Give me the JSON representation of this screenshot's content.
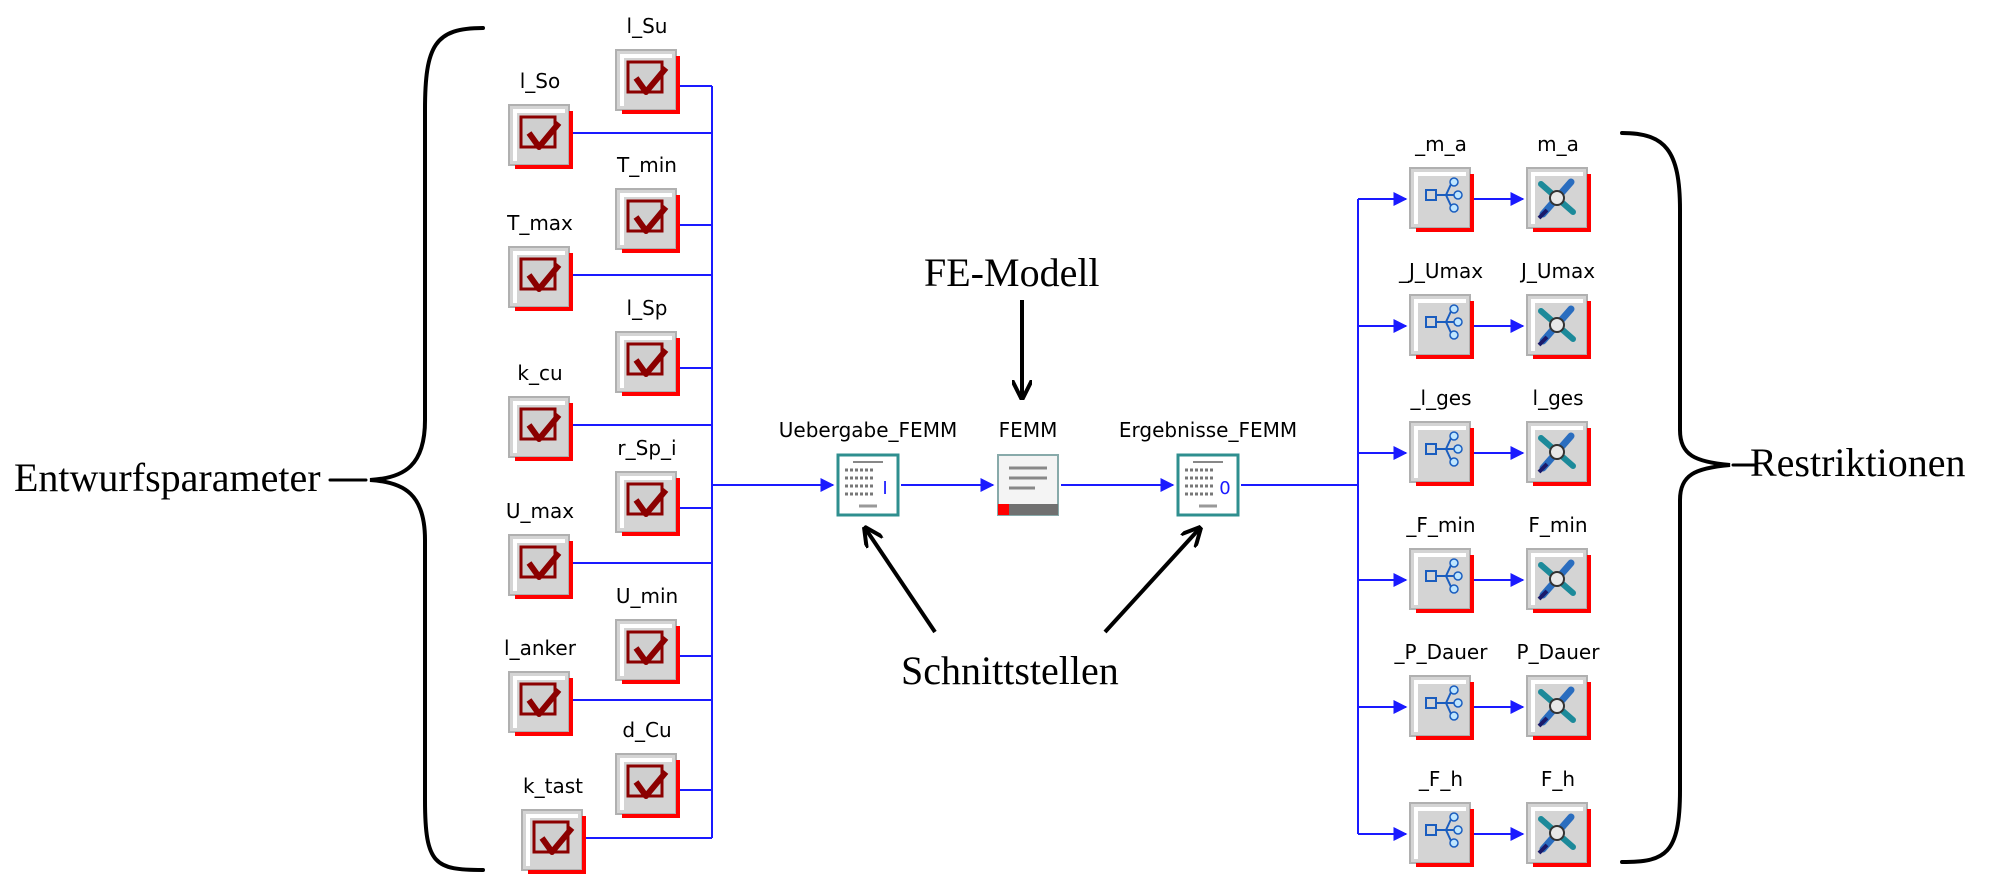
{
  "annotations": {
    "left_group": "Entwurfsparameter",
    "right_group": "Restriktionen",
    "model": "FE-Modell",
    "interfaces": "Schnittstellen"
  },
  "inputs_left_column": [
    "l_So",
    "T_max",
    "k_cu",
    "U_max",
    "l_anker",
    "k_tast"
  ],
  "inputs_right_column": [
    "l_Su",
    "T_min",
    "l_Sp",
    "r_Sp_i",
    "U_min",
    "d_Cu"
  ],
  "chain": {
    "input_interface": {
      "label": "Uebergabe_FEMM",
      "glyph": "I"
    },
    "model": {
      "label": "FEMM"
    },
    "output_interface": {
      "label": "Ergebnisse_FEMM",
      "glyph": "0"
    }
  },
  "outputs": [
    {
      "splitter": "_m_a",
      "constraint": "m_a"
    },
    {
      "splitter": "_J_Umax",
      "constraint": "J_Umax"
    },
    {
      "splitter": "_l_ges",
      "constraint": "l_ges"
    },
    {
      "splitter": "_F_min",
      "constraint": "F_min"
    },
    {
      "splitter": "_P_Dauer",
      "constraint": "P_Dauer"
    },
    {
      "splitter": "_F_h",
      "constraint": "F_h"
    }
  ],
  "icons": {
    "design_variable": "checkbox-check-icon",
    "interface": "data-sheet-icon",
    "model": "document-icon",
    "splitter": "fan-out-icon",
    "constraint": "satellite-icon"
  },
  "colors": {
    "connector": "#1a1aff",
    "icon_accent": "#ff0000",
    "check": "#8b0000",
    "frame": "#b0b0b0"
  }
}
